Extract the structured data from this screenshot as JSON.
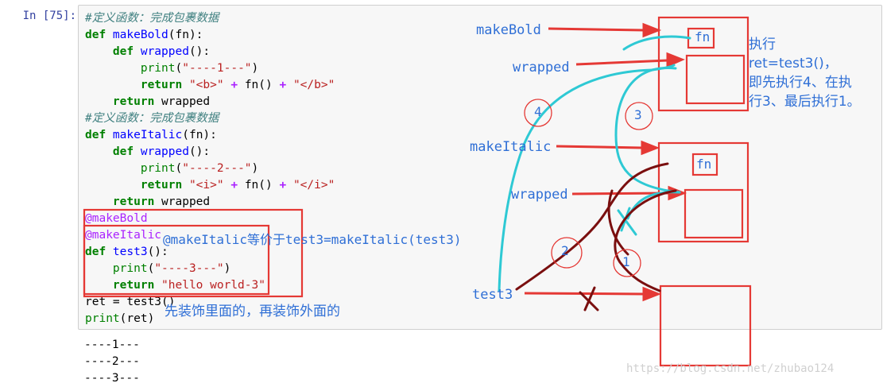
{
  "cell": {
    "prompt": "In  [75]:",
    "lines": [
      [
        {
          "t": "#定义函数：完成包裹数据",
          "c": "cm"
        }
      ],
      [
        {
          "t": "def ",
          "c": "kw"
        },
        {
          "t": "makeBold",
          "c": "fnn"
        },
        {
          "t": "(fn):",
          "c": ""
        }
      ],
      [
        {
          "t": "    ",
          "c": ""
        },
        {
          "t": "def ",
          "c": "kw"
        },
        {
          "t": "wrapped",
          "c": "fnn"
        },
        {
          "t": "():",
          "c": ""
        }
      ],
      [
        {
          "t": "        ",
          "c": ""
        },
        {
          "t": "print",
          "c": "bi"
        },
        {
          "t": "(",
          "c": ""
        },
        {
          "t": "\"----1---\"",
          "c": "st"
        },
        {
          "t": ")",
          "c": ""
        }
      ],
      [
        {
          "t": "        ",
          "c": ""
        },
        {
          "t": "return ",
          "c": "kw"
        },
        {
          "t": "\"<b>\"",
          "c": "st"
        },
        {
          "t": " + ",
          "c": "op"
        },
        {
          "t": "fn() ",
          "c": ""
        },
        {
          "t": "+ ",
          "c": "op"
        },
        {
          "t": "\"</b>\"",
          "c": "st"
        }
      ],
      [
        {
          "t": "    ",
          "c": ""
        },
        {
          "t": "return ",
          "c": "kw"
        },
        {
          "t": "wrapped",
          "c": ""
        }
      ],
      [
        {
          "t": "#定义函数：完成包裹数据",
          "c": "cm"
        }
      ],
      [
        {
          "t": "def ",
          "c": "kw"
        },
        {
          "t": "makeItalic",
          "c": "fnn"
        },
        {
          "t": "(fn):",
          "c": ""
        }
      ],
      [
        {
          "t": "    ",
          "c": ""
        },
        {
          "t": "def ",
          "c": "kw"
        },
        {
          "t": "wrapped",
          "c": "fnn"
        },
        {
          "t": "():",
          "c": ""
        }
      ],
      [
        {
          "t": "        ",
          "c": ""
        },
        {
          "t": "print",
          "c": "bi"
        },
        {
          "t": "(",
          "c": ""
        },
        {
          "t": "\"----2---\"",
          "c": "st"
        },
        {
          "t": ")",
          "c": ""
        }
      ],
      [
        {
          "t": "        ",
          "c": ""
        },
        {
          "t": "return ",
          "c": "kw"
        },
        {
          "t": "\"<i>\"",
          "c": "st"
        },
        {
          "t": " + ",
          "c": "op"
        },
        {
          "t": "fn() ",
          "c": ""
        },
        {
          "t": "+ ",
          "c": "op"
        },
        {
          "t": "\"</i>\"",
          "c": "st"
        }
      ],
      [
        {
          "t": "    ",
          "c": ""
        },
        {
          "t": "return ",
          "c": "kw"
        },
        {
          "t": "wrapped",
          "c": ""
        }
      ],
      [
        {
          "t": "@makeBold",
          "c": "dec"
        }
      ],
      [
        {
          "t": "@makeItalic",
          "c": "dec"
        }
      ],
      [
        {
          "t": "def ",
          "c": "kw"
        },
        {
          "t": "test3",
          "c": "fnn"
        },
        {
          "t": "():",
          "c": ""
        }
      ],
      [
        {
          "t": "    ",
          "c": ""
        },
        {
          "t": "print",
          "c": "bi"
        },
        {
          "t": "(",
          "c": ""
        },
        {
          "t": "\"----3---\"",
          "c": "st"
        },
        {
          "t": ")",
          "c": ""
        }
      ],
      [
        {
          "t": "    ",
          "c": ""
        },
        {
          "t": "return ",
          "c": "kw"
        },
        {
          "t": "\"hello world-3\"",
          "c": "st"
        }
      ],
      [
        {
          "t": "ret = test3()",
          "c": ""
        }
      ],
      [
        {
          "t": "print",
          "c": "bi"
        },
        {
          "t": "(ret)",
          "c": ""
        }
      ]
    ]
  },
  "output": [
    "----1---",
    "----2---",
    "----3---"
  ],
  "annotations": {
    "makeBold": "makeBold",
    "wrapped1": "wrapped",
    "makeItalic": "makeItalic",
    "wrapped2": "wrapped",
    "test3": "test3",
    "fn1": "fn",
    "fn2": "fn",
    "equiv": "@makeItalic等价于test3=makeItalic(test3)",
    "order": "先装饰里面的，再装饰外面的",
    "exec": "执行\nret=test3()，\n即先执行4、在执\n行3、最后执行1。",
    "n1": "1",
    "n2": "2",
    "n3": "3",
    "n4": "4"
  },
  "watermark": "https://blog.csdn.net/zhubao124",
  "colors": {
    "box": "#e53935",
    "teal": "#2ec9d4",
    "dark": "#7a0f0f",
    "label": "#2f6fd6"
  }
}
